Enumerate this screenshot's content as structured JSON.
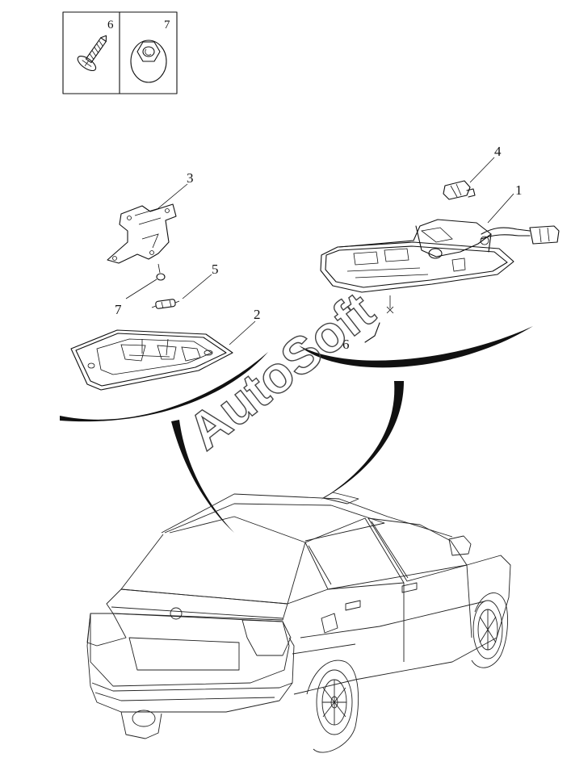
{
  "legend": {
    "cells": [
      {
        "number": "6",
        "icon": "screw-icon"
      },
      {
        "number": "7",
        "icon": "flange-nut-icon"
      }
    ]
  },
  "callouts": [
    {
      "id": "1",
      "label": "1"
    },
    {
      "id": "2",
      "label": "2"
    },
    {
      "id": "3",
      "label": "3"
    },
    {
      "id": "4",
      "label": "4"
    },
    {
      "id": "5",
      "label": "5"
    },
    {
      "id": "6",
      "label": "6"
    },
    {
      "id": "7",
      "label": "7"
    }
  ],
  "watermark": "AutoSoft"
}
